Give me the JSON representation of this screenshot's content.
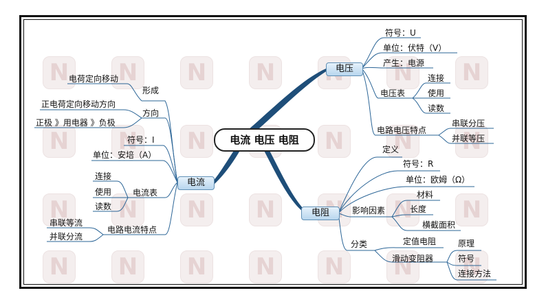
{
  "center": "电流 电压 电阻",
  "voltage": {
    "title": "电压",
    "symbol": "符号：U",
    "unit": "单位：伏特（V）",
    "source": "产生：电源",
    "voltmeter": {
      "label": "电压表",
      "items": [
        "连接",
        "使用",
        "读数"
      ]
    },
    "features": {
      "label": "电路电压特点",
      "items": [
        "串联分压",
        "并联等压"
      ]
    }
  },
  "current": {
    "title": "电流",
    "formation": {
      "label": "形成",
      "item": "电荷定向移动"
    },
    "direction": {
      "label": "方向",
      "items": [
        "正电荷定向移动方向",
        "正极 》用电器 》负极"
      ]
    },
    "symbol": "符号：I",
    "unit": "单位：安培（A）",
    "ammeter": {
      "label": "电流表",
      "items": [
        "连接",
        "使用",
        "读数"
      ]
    },
    "features": {
      "label": "电路电流特点",
      "items": [
        "串联等流",
        "并联分流"
      ]
    }
  },
  "resistance": {
    "title": "电阻",
    "definition": "定义",
    "symbol": "符号：R",
    "unit": "单位：欧姆（Ω）",
    "factors": {
      "label": "影响因素",
      "items": [
        "材料",
        "长度",
        "横截面积"
      ]
    },
    "classification": {
      "label": "分类",
      "fixed": "定值电阻",
      "rheostat": {
        "label": "滑动变阻器",
        "items": [
          "原理",
          "符号",
          "连接方法"
        ]
      }
    }
  },
  "watermark": "N"
}
